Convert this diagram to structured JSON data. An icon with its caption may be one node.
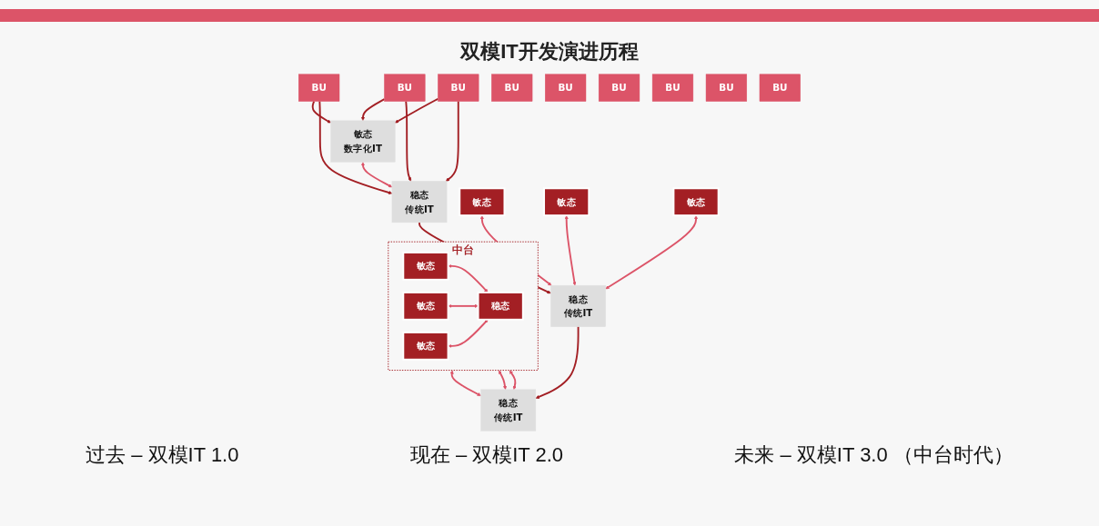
{
  "diagram": {
    "title": "双模IT开发演进历程",
    "nodes": [
      {
        "text": [
          "BU"
        ]
      },
      {
        "text": [
          "BU"
        ]
      },
      {
        "text": [
          "BU"
        ]
      },
      {
        "text": [
          "敏态",
          "数字化IT"
        ]
      },
      {
        "text": [
          "稳态",
          "传统IT"
        ]
      },
      {
        "text": [
          "BU"
        ]
      },
      {
        "text": [
          "BU"
        ]
      },
      {
        "text": [
          "BU"
        ]
      },
      {
        "text": [
          "敏态"
        ]
      },
      {
        "text": [
          "敏态"
        ]
      },
      {
        "text": [
          "敏态"
        ]
      },
      {
        "text": [
          "稳态",
          "传统IT"
        ]
      },
      {
        "text": [
          "BU"
        ]
      },
      {
        "text": [
          "BU"
        ]
      },
      {
        "text": [
          "BU"
        ]
      },
      {
        "text": [
          "中台"
        ]
      },
      {
        "text": [
          "敏态"
        ],
        "in": 15
      },
      {
        "text": [
          "敏态"
        ],
        "in": 15
      },
      {
        "text": [
          "敏态"
        ],
        "in": 15
      },
      {
        "text": [
          "稳态"
        ],
        "in": 15
      },
      {
        "text": [
          "稳态",
          "传统IT"
        ]
      }
    ],
    "edges": [
      {
        "from": 0,
        "to": 3,
        "arrow": "to",
        "color": "#a31f24"
      },
      {
        "from": 0,
        "to": 4,
        "arrow": "to",
        "color": "#a31f24"
      },
      {
        "from": 1,
        "to": 3,
        "arrow": "to",
        "color": "#a31f24"
      },
      {
        "from": 1,
        "to": 4,
        "arrow": "to",
        "color": "#a31f24"
      },
      {
        "from": 2,
        "to": 3,
        "arrow": "to",
        "color": "#a31f24"
      },
      {
        "from": 2,
        "to": 4,
        "arrow": "to",
        "color": "#a31f24"
      },
      {
        "from": 3,
        "to": 4,
        "arrow": "both"
      },
      {
        "from": 4,
        "to": 11,
        "arrow": "to",
        "color": "#a31f24"
      },
      {
        "from": 8,
        "to": 11,
        "arrow": "both"
      },
      {
        "from": 9,
        "to": 11,
        "arrow": "both"
      },
      {
        "from": 10,
        "to": 11,
        "arrow": "both"
      },
      {
        "from": 11,
        "to": 20,
        "arrow": "to",
        "color": "#a31f24"
      },
      {
        "from": 16,
        "to": 19,
        "arrow": "both"
      },
      {
        "from": 17,
        "to": 19,
        "arrow": "both"
      },
      {
        "from": 18,
        "to": 19,
        "arrow": "both"
      },
      {
        "from": 15,
        "to": 20,
        "arrow": "both"
      },
      {
        "from": 15,
        "to": 20,
        "arrow": "both"
      },
      {
        "from": 15,
        "to": 20,
        "arrow": "both"
      }
    ],
    "labels": [
      "过去 – 双模IT 1.0",
      "现在 – 双模IT 2.0",
      "未来 – 双模IT 3.0 （中台时代）"
    ]
  }
}
